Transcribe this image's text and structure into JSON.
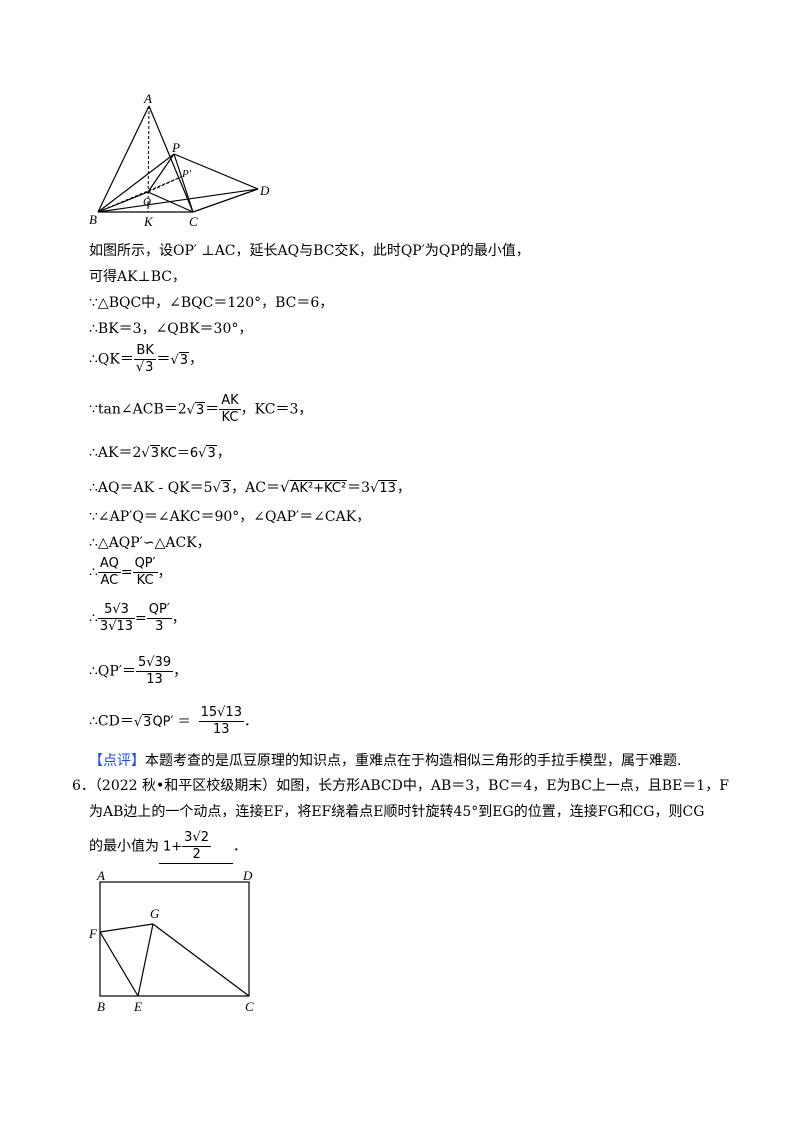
{
  "fig1": {
    "labels": [
      "A",
      "P",
      "P′",
      "Q",
      "D",
      "B",
      "K",
      "C"
    ]
  },
  "lines": {
    "l1": "如图所示，设OP′ ⊥AC，延长AQ与BC交K，此时QP′为QP的最小值，",
    "l2": "可得AK⊥BC，",
    "l3": "△BQC中，∠BQC＝120°，BC＝6，",
    "l4": "BK＝3，∠QBK＝30°，",
    "l5_pre": "QK＝",
    "l5_num": "BK",
    "l5_den": "3",
    "l5_post": "＝",
    "l5_res": "3",
    "l6_pre": "tan∠ACB＝2",
    "l6_rad": "3",
    "l6_eq": "＝",
    "l6_num": "AK",
    "l6_den": "KC",
    "l6_post": "，KC＝3，",
    "l7_pre": "AK＝2",
    "l7_rad": "3",
    "l7_mid": "KC＝6",
    "l7_res": "3",
    "l7_post": "，",
    "l8_pre": "AQ＝AK - QK＝5",
    "l8_rad": "3",
    "l8_mid": "，AC＝",
    "l8_sq": "AK²+KC²",
    "l8_eq": "＝3",
    "l8_res": "13",
    "l8_post": "，",
    "l9": "∠AP′Q＝∠AKC＝90°，∠QAP′＝∠CAK，",
    "l10": "△AQP′∽△ACK，",
    "l11_n1": "AQ",
    "l11_d1": "AC",
    "l11_eq": "=",
    "l11_n2": "QP′",
    "l11_d2": "KC",
    "l11_post": "，",
    "l12_n1": "5√3",
    "l12_d1": "3√13",
    "l12_eq": "=",
    "l12_n2": "QP′",
    "l12_d2": "3",
    "l12_post": "，",
    "l13_pre": "QP′＝",
    "l13_num": "5√39",
    "l13_den": "13",
    "l13_post": "，",
    "l14_pre": "CD＝",
    "l14_rad": "3",
    "l14_mid": "QP′ ＝",
    "l14_num": "15√13",
    "l14_den": "13",
    "l14_post": "．",
    "because": "∵",
    "therefore": "∴"
  },
  "comment": {
    "tag": "【点评】",
    "text": "本题考查的是瓜豆原理的知识点，重难点在于构造相似三角形的手拉手模型，属于难题."
  },
  "problem6": {
    "number": "6．",
    "line1": "（2022 秋•和平区校级期末）如图，长方形ABCD中，AB＝3，BC＝4，E为BC上一点，且BE＝1，F",
    "line2": "为AB边上的一个动点，连接EF，将EF绕着点E顺时针旋转45°到EG的位置，连接FG和CG，则CG",
    "line3_pre": "的最小值为",
    "answer_pre": "1+",
    "answer_num": "3√2",
    "answer_den": "2",
    "line3_post": "．"
  },
  "fig2": {
    "labels": [
      "A",
      "D",
      "G",
      "F",
      "B",
      "E",
      "C"
    ]
  }
}
